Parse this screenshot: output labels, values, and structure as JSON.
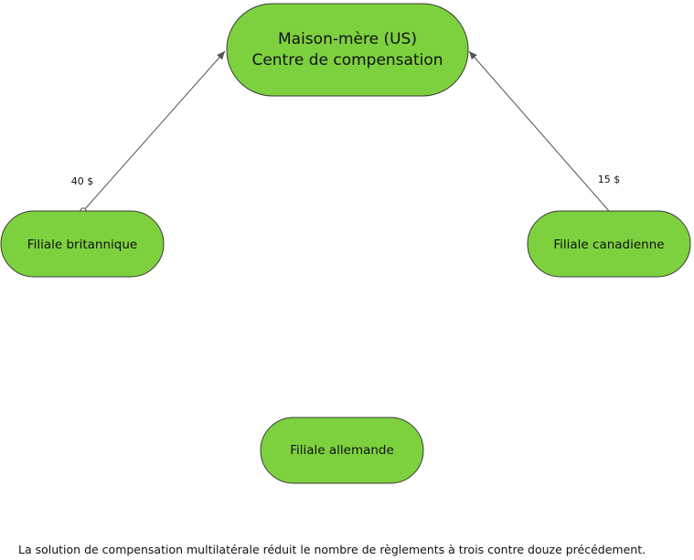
{
  "nodes": {
    "parent": {
      "line1": "Maison-mère (US)",
      "line2": "Centre de compensation",
      "fill": "#7dd13f"
    },
    "uk": {
      "label": "Filiale britannique",
      "fill": "#7dd13f"
    },
    "canada": {
      "label": "Filiale canadienne",
      "fill": "#7dd13f"
    },
    "germany": {
      "label": "Filiale allemande",
      "fill": "#7dd13f"
    }
  },
  "edges": {
    "uk_to_parent": {
      "label": "40 $"
    },
    "canada_to_parent": {
      "label": "15 $"
    }
  },
  "caption": "La solution de compensation multilatérale réduit le nombre de règlements à trois contre douze précédement."
}
